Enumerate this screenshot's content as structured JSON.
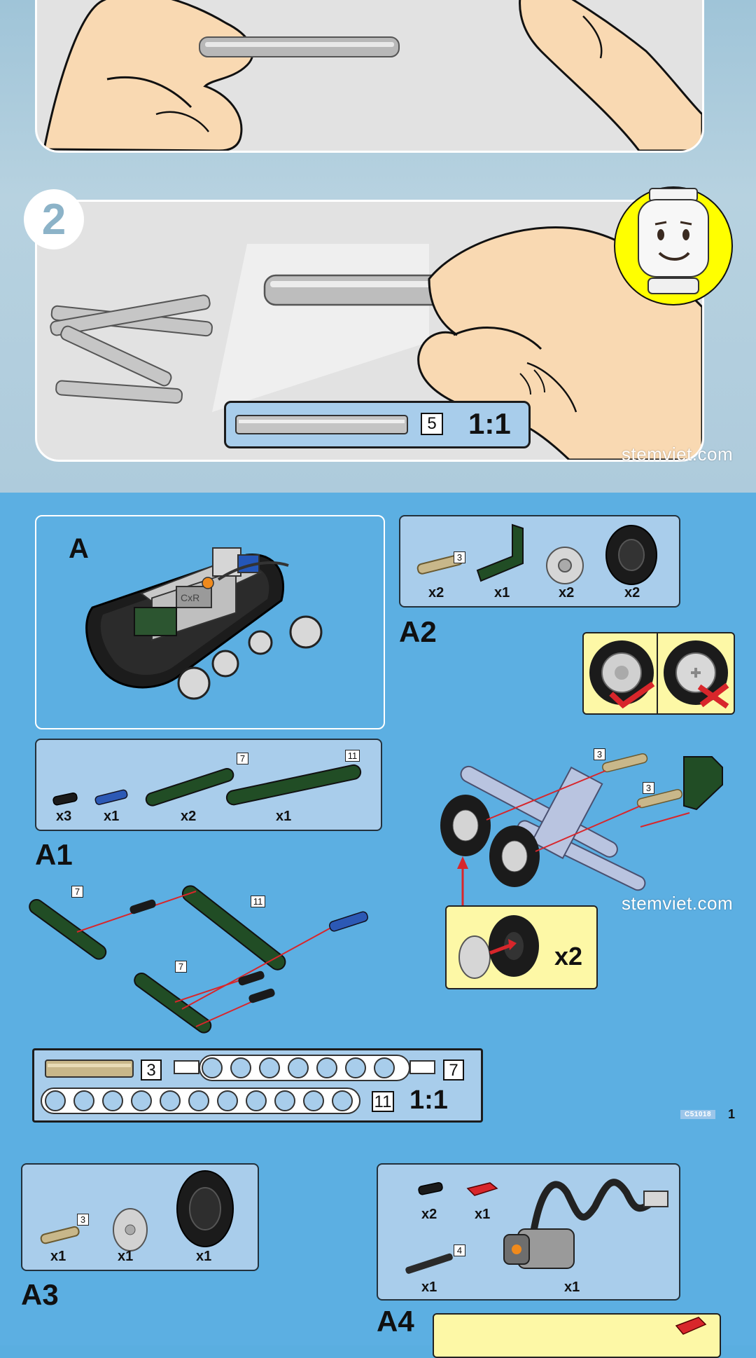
{
  "step1": {
    "panel": "step-1-panel"
  },
  "step2": {
    "number": "2",
    "ref_count": "5",
    "scale": "1:1"
  },
  "watermark": "stemviet.com",
  "submodel_a": {
    "label": "A"
  },
  "a1": {
    "label": "A1",
    "parts": [
      {
        "qty": "x3",
        "tag": ""
      },
      {
        "qty": "x1",
        "tag": ""
      },
      {
        "qty": "x2",
        "tag": "7"
      },
      {
        "qty": "x1",
        "tag": "11"
      }
    ],
    "assembly_tags": [
      "7",
      "11",
      "7"
    ]
  },
  "a2": {
    "label": "A2",
    "parts": [
      {
        "qty": "x2",
        "tag": "3"
      },
      {
        "qty": "x1",
        "tag": ""
      },
      {
        "qty": "x2",
        "tag": ""
      },
      {
        "qty": "x2",
        "tag": ""
      }
    ],
    "assembly_tags": [
      "3",
      "3"
    ],
    "wheel_callout_qty": "x2"
  },
  "ruler": {
    "tag_axle": "3",
    "tag_beam7": "7",
    "tag_beam11": "11",
    "scale": "1:1"
  },
  "page": {
    "code": "C51018",
    "number": "1"
  },
  "a3": {
    "label": "A3",
    "parts": [
      {
        "qty": "x1",
        "tag": "3"
      },
      {
        "qty": "x1",
        "tag": ""
      },
      {
        "qty": "x1",
        "tag": ""
      }
    ]
  },
  "a4": {
    "label": "A4",
    "parts": [
      {
        "qty": "x2",
        "tag": ""
      },
      {
        "qty": "x1",
        "tag": ""
      },
      {
        "qty": "x1",
        "tag": "4"
      },
      {
        "qty": "x1",
        "tag": ""
      }
    ]
  },
  "colors": {
    "top_band": "#aecbdc",
    "bottom_band": "#5cafe2",
    "parts_box": "#a9cdeb",
    "callout_yellow": "#fdf8a6",
    "beam_green": "#1f4a22",
    "skin": "#f9d9b2",
    "arrow_red": "#d8262b"
  }
}
